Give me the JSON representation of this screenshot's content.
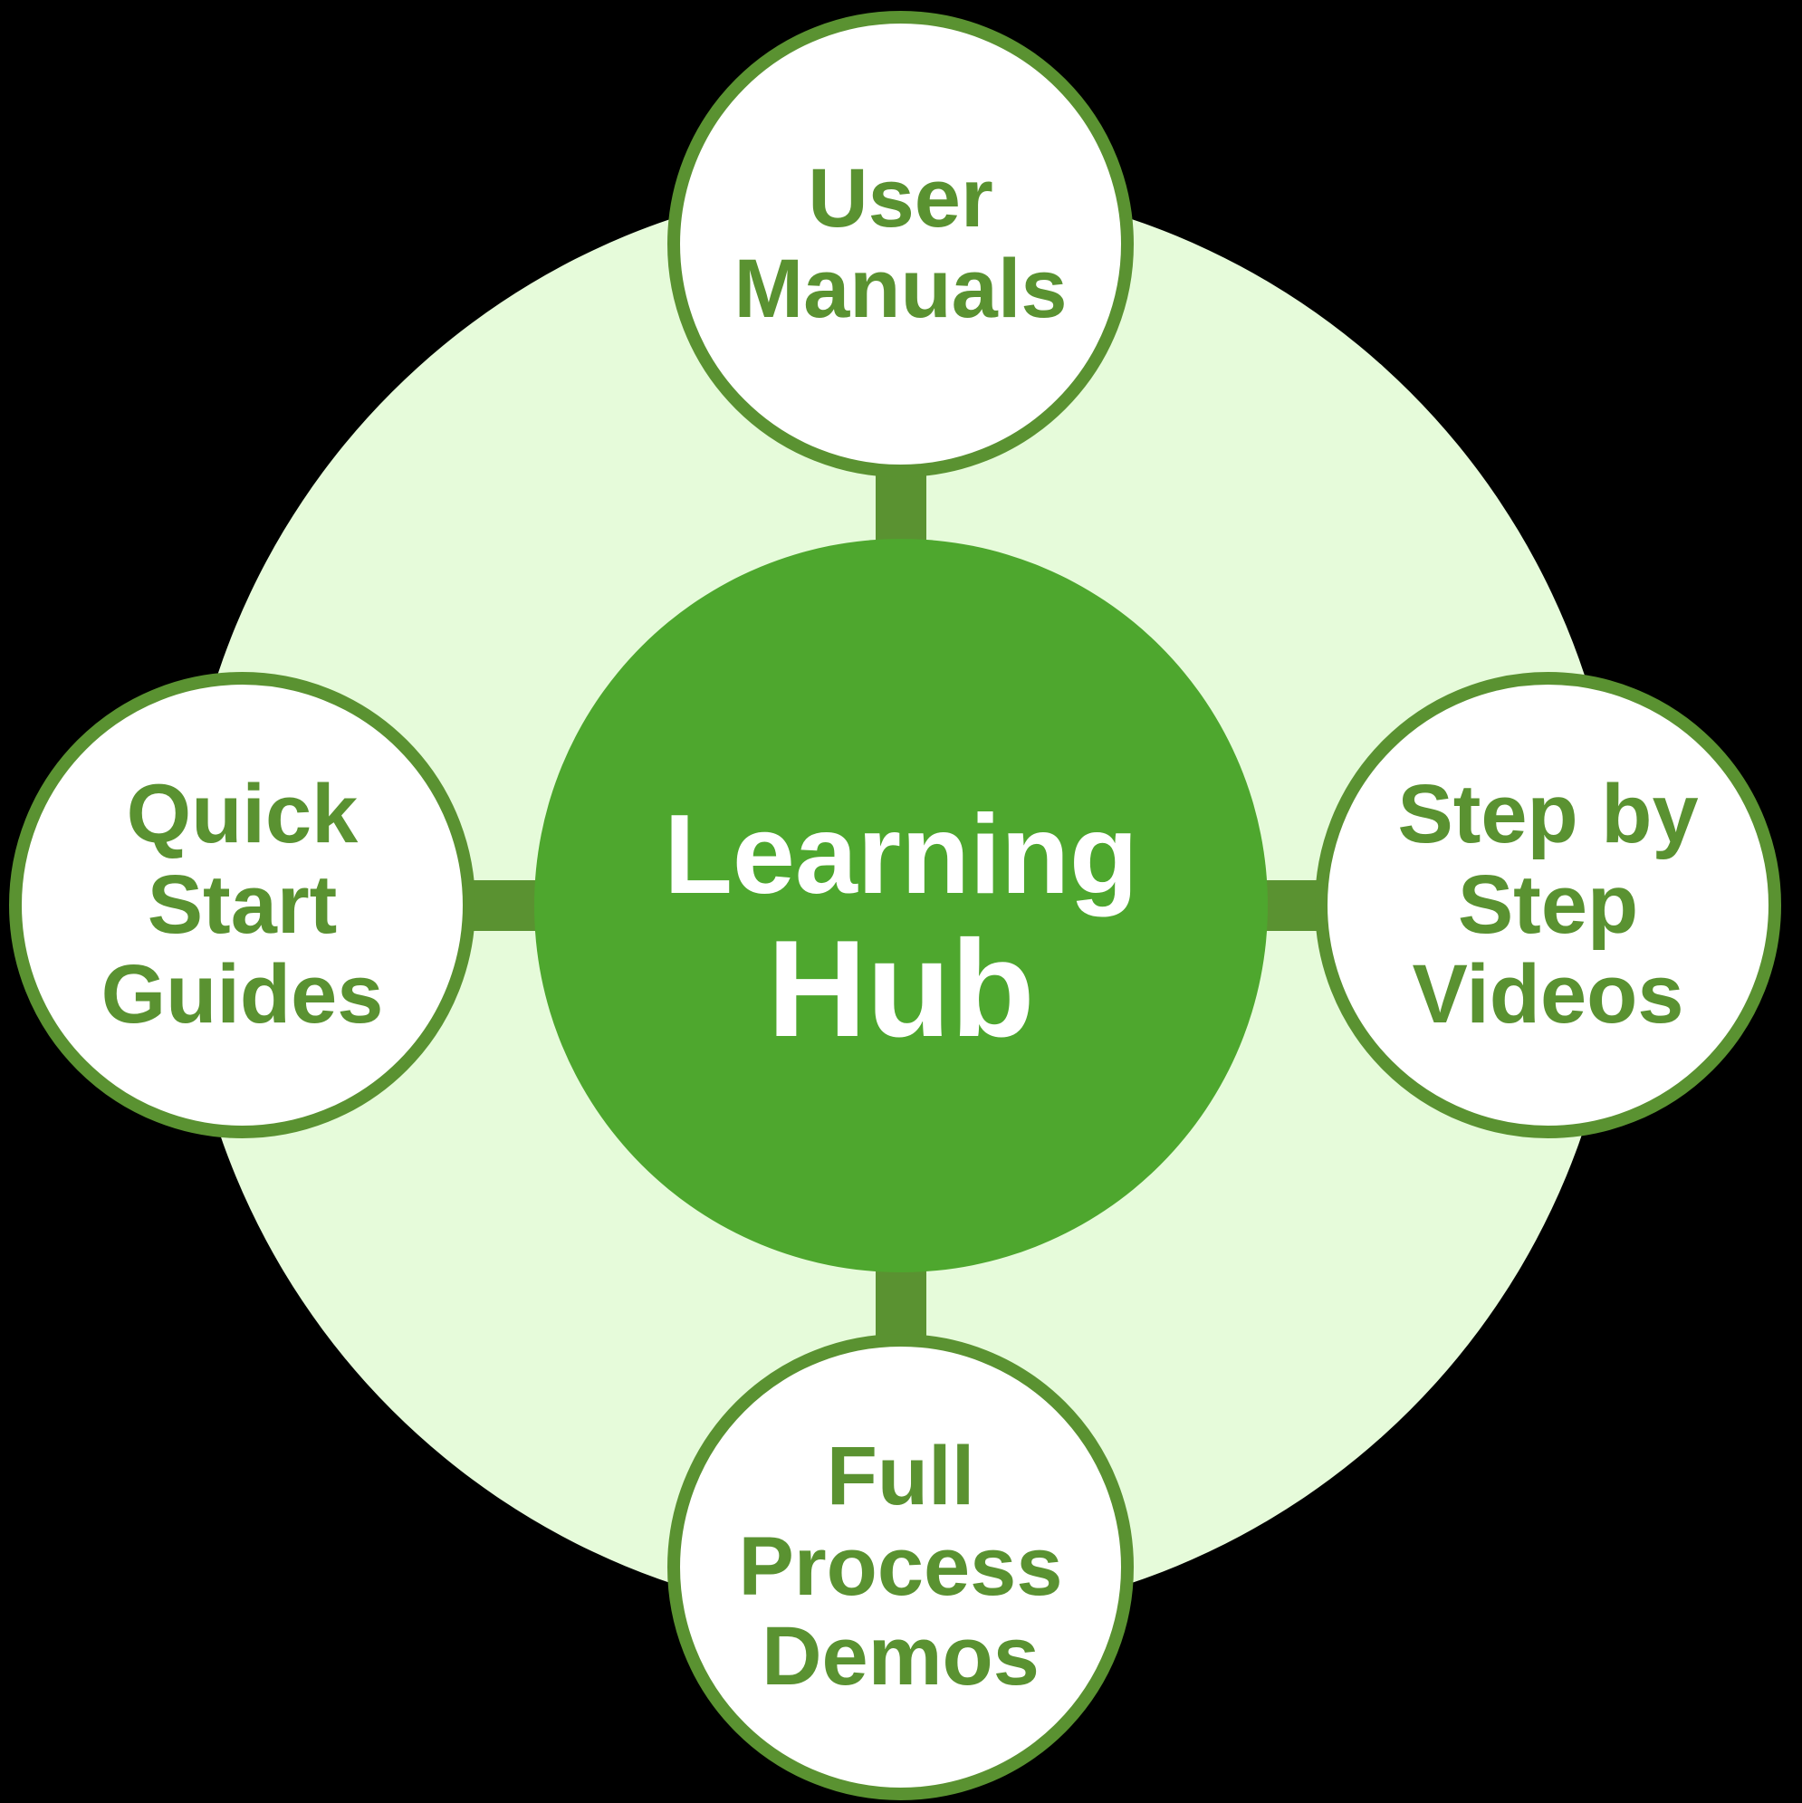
{
  "diagram": {
    "title": "Learning Hub",
    "background_color": "#000000",
    "halo_color": "#E6FBDA",
    "accent_color": "#5A9231",
    "hub_fill_color": "#4EA72E",
    "hub_text_color": "#FFFFFF",
    "node_fill_color": "#FFFFFF",
    "hub": {
      "lines": [
        "Learning",
        "Hub"
      ]
    },
    "nodes": [
      {
        "id": "user-manuals",
        "position": "top",
        "lines": [
          "User",
          "Manuals"
        ]
      },
      {
        "id": "step-by-step-videos",
        "position": "right",
        "lines": [
          "Step by",
          "Step",
          "Videos"
        ]
      },
      {
        "id": "full-process-demos",
        "position": "bottom",
        "lines": [
          "Full",
          "Process",
          "Demos"
        ]
      },
      {
        "id": "quick-start-guides",
        "position": "left",
        "lines": [
          "Quick",
          "Start",
          "Guides"
        ]
      }
    ]
  }
}
